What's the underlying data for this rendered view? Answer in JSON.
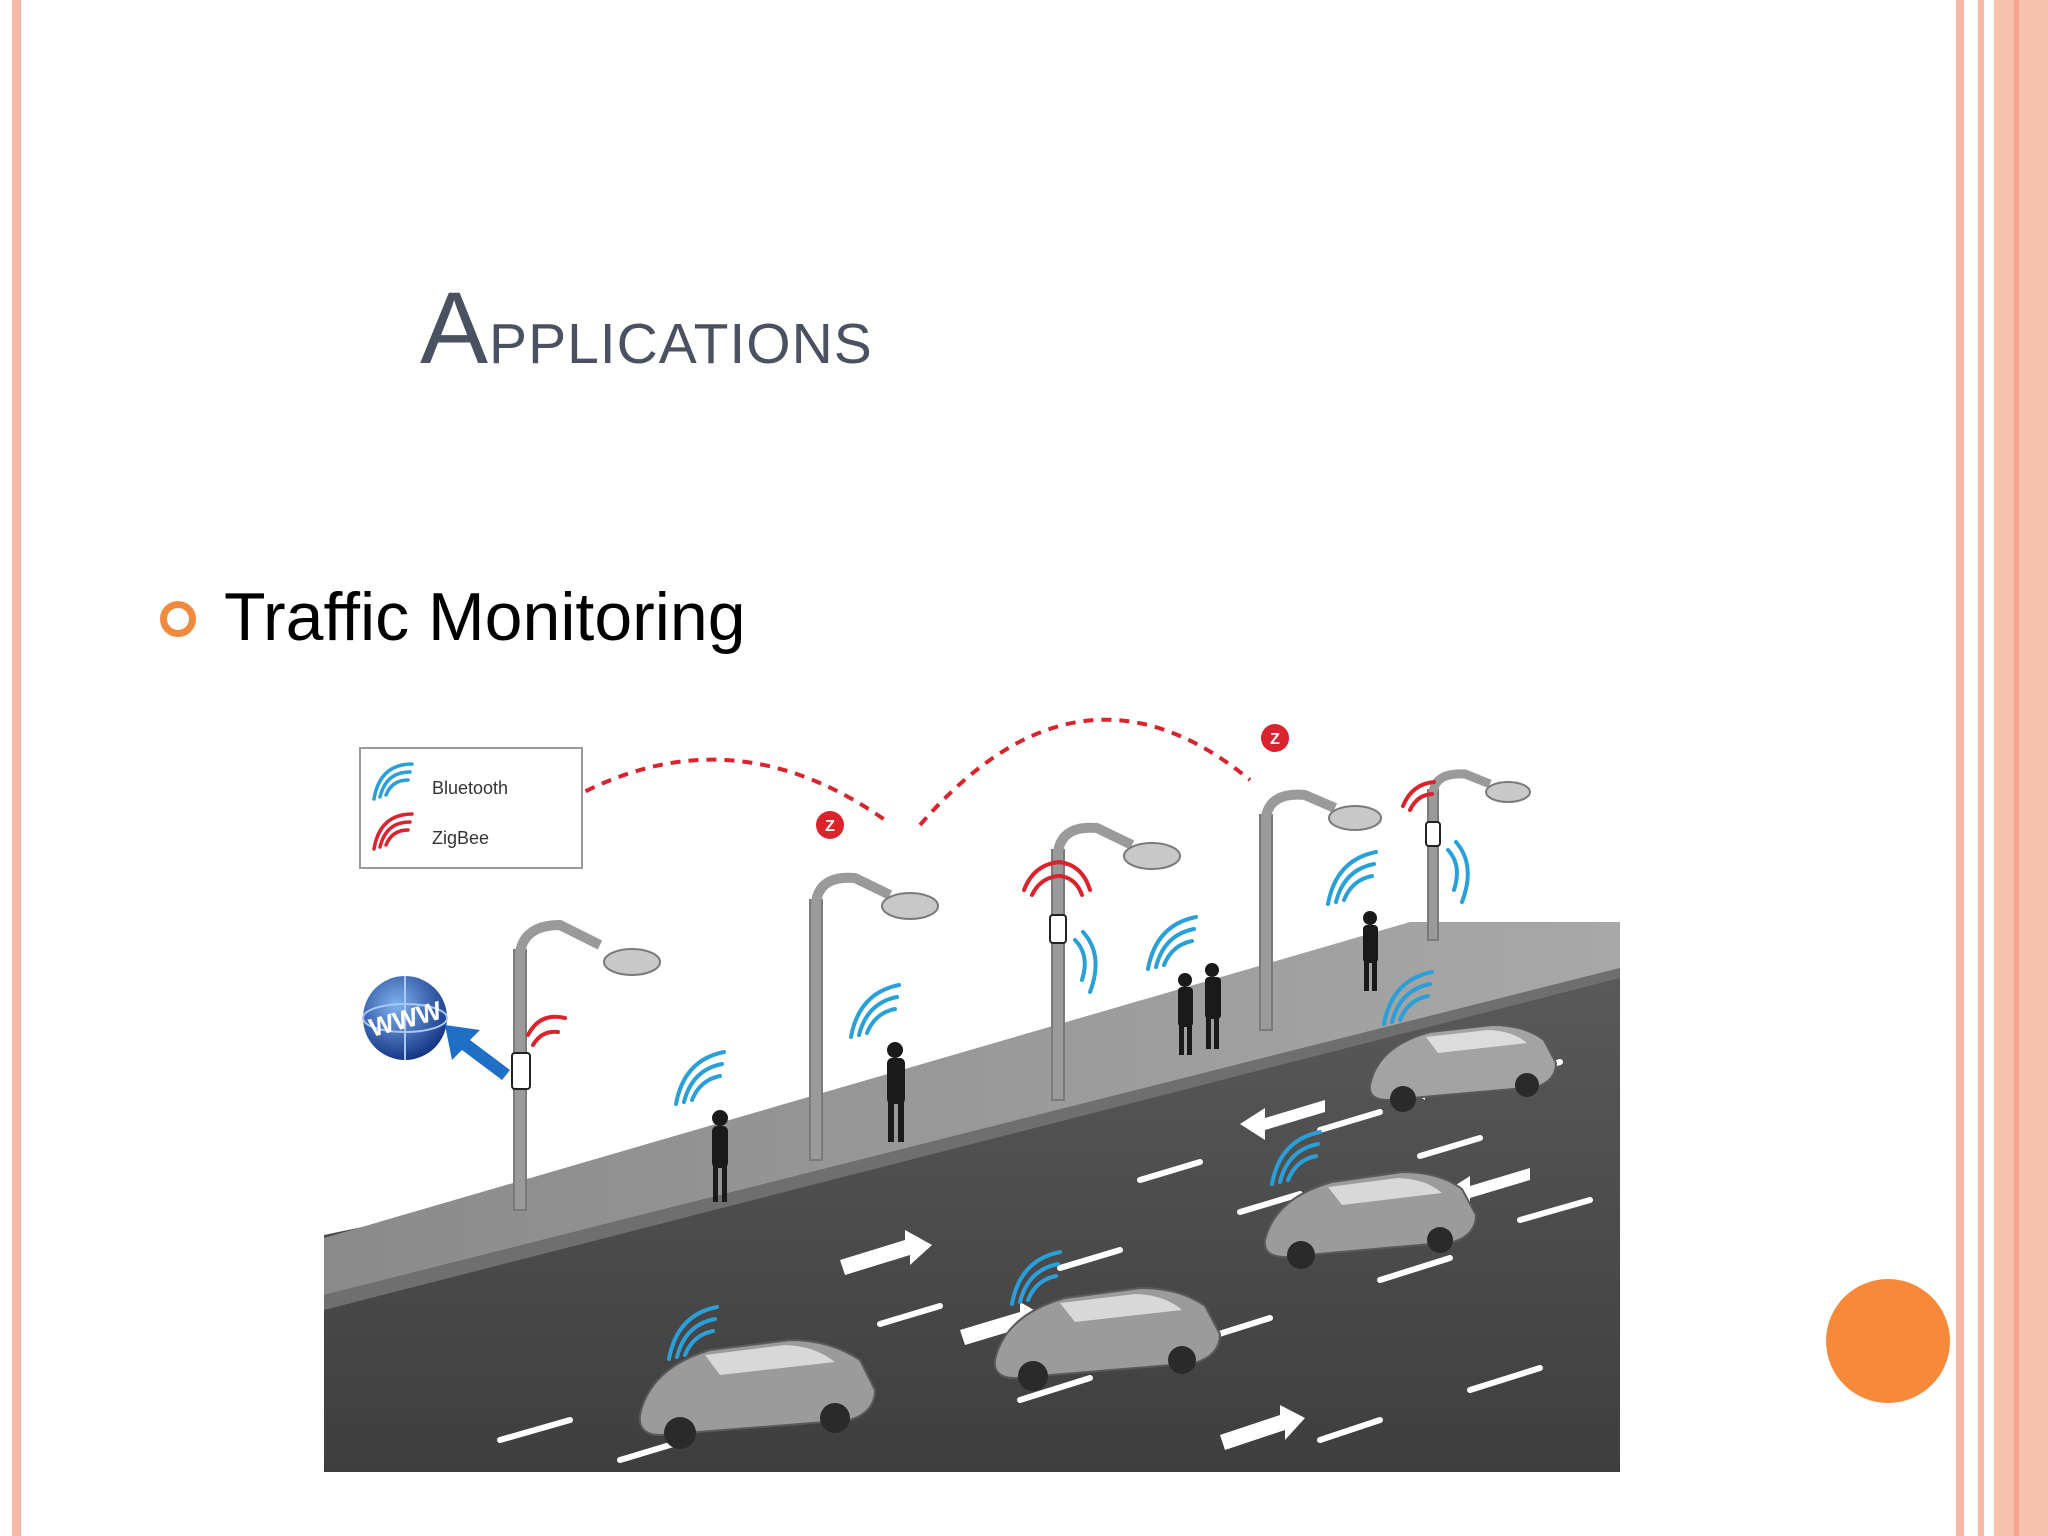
{
  "slide": {
    "title": "Applications",
    "bullets": [
      {
        "text": "Traffic Monitoring"
      }
    ]
  },
  "illustration": {
    "legend": {
      "items": [
        {
          "label": "Bluetooth",
          "color": "#2a9fd8"
        },
        {
          "label": "ZigBee",
          "color": "#d9232d"
        }
      ]
    },
    "internet_label": "WWW",
    "zigbee_marker": "Z"
  },
  "colors": {
    "title": "#4a5160",
    "accent": "#f7893b",
    "border": "#f7b9a7",
    "road": "#4a4a4a",
    "sidewalk": "#9a9a9a"
  }
}
